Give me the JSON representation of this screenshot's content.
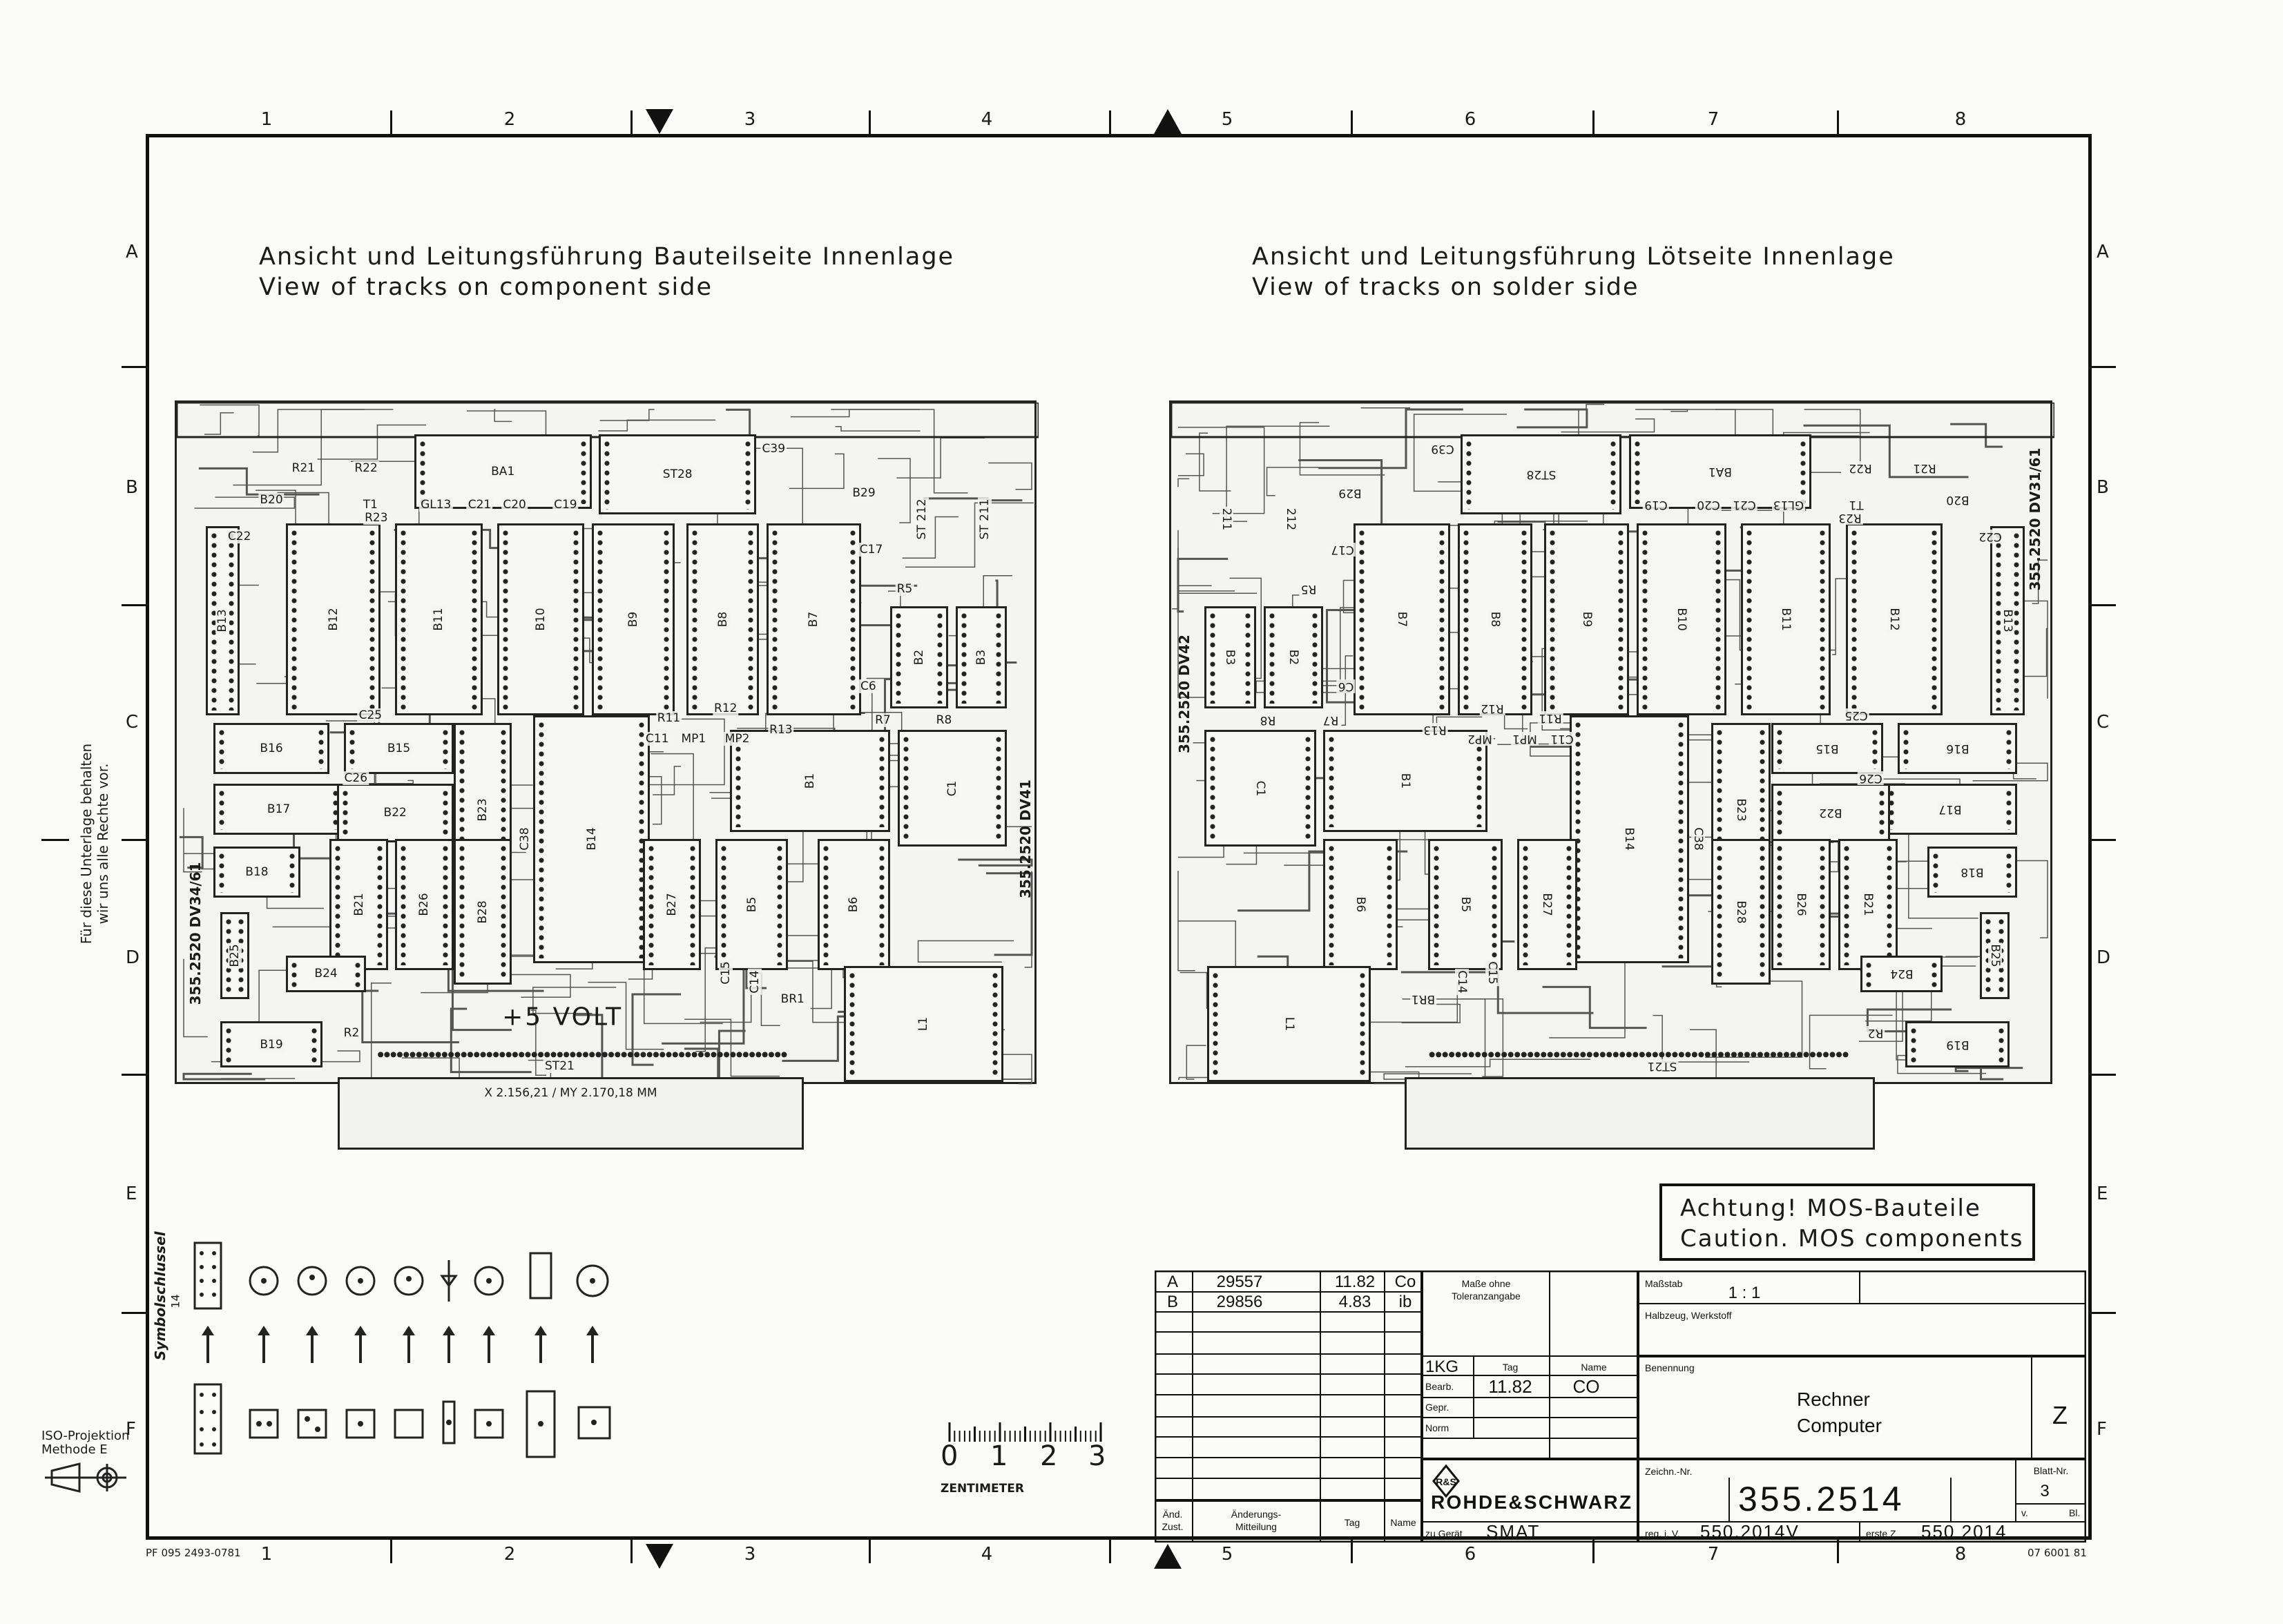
{
  "frame": {
    "columns": [
      "1",
      "2",
      "3",
      "4",
      "5",
      "6",
      "7",
      "8"
    ],
    "rows": [
      "A",
      "B",
      "C",
      "D",
      "E",
      "F"
    ],
    "footer_left": "PF 095 2493-0781",
    "footer_right": "07 6001 81"
  },
  "left_view": {
    "title_de": "Ansicht und Leitungsführung Bauteilseite Innenlage",
    "title_en": "View of tracks on component side",
    "components": [
      "BA1",
      "ST28",
      "B13",
      "B12",
      "B11",
      "B10",
      "B9",
      "B8",
      "B7",
      "B2",
      "B3",
      "B16",
      "B15",
      "B17",
      "B22",
      "B23",
      "B14",
      "B1",
      "C1",
      "B18",
      "B21",
      "B26",
      "B28",
      "B27",
      "B5",
      "B6",
      "B24",
      "B25",
      "L1",
      "B19"
    ],
    "labels": [
      "B20",
      "R21",
      "R22",
      "R23",
      "T1",
      "GL13",
      "C21",
      "C20",
      "C19",
      "C22",
      "C39",
      "B29",
      "C17",
      "ST 212",
      "ST 211",
      "R5",
      "C6",
      "R7",
      "R8",
      "C25",
      "C26",
      "R11",
      "R12",
      "C11",
      "MP1",
      "MP2",
      "R13",
      "C38",
      "BR1",
      "C15",
      "C14",
      "R2"
    ],
    "connector_label": "ST21",
    "voltage_label": "+5 VOLT",
    "board_stamp": "355.2520 DV34/61",
    "board_stamp_2": "355.2520 DV41",
    "dimension_note": "X 2.156,21 / MY 2.170,18 MM"
  },
  "right_view": {
    "title_de": "Ansicht und Leitungsführung Lötseite Innenlage",
    "title_en": "View of tracks on solder side",
    "components": [
      "BA1",
      "ST28",
      "B13",
      "B12",
      "B11",
      "B10",
      "B9",
      "B8",
      "B7",
      "B2",
      "B3",
      "B16",
      "B15",
      "B17",
      "B22",
      "B23",
      "B14",
      "B1",
      "C1",
      "B18",
      "B21",
      "B26",
      "B28",
      "B27",
      "B5",
      "B6",
      "B24",
      "B25",
      "L1",
      "B19"
    ],
    "labels": [
      "B20",
      "R21",
      "R22",
      "R23",
      "T1",
      "GL13",
      "C21",
      "C20",
      "C19",
      "C22",
      "C39",
      "B29",
      "C17",
      "212",
      "211",
      "R5",
      "C6",
      "R7",
      "R8",
      "C25",
      "C26",
      "R11",
      "R12",
      "C11",
      "MP1",
      "MP2",
      "R13",
      "C38",
      "BR1",
      "C15",
      "C14",
      "R2"
    ],
    "connector_label": "ST21",
    "board_stamp": "355.2520 DV31/61",
    "board_stamp_2": "355.2520 DV42"
  },
  "warning": {
    "line1": "Achtung! MOS-Bauteile",
    "line2": "Caution. MOS components"
  },
  "symbol_key": {
    "title": "Symbolschlussel",
    "pin_label": "14"
  },
  "ruler": {
    "ticks": [
      "0",
      "1",
      "2",
      "3"
    ],
    "unit": "ZENTIMETER"
  },
  "projection": {
    "line1": "ISO-Projektion",
    "line2": "Methode E"
  },
  "margin_note": {
    "line1": "Für diese Unterlage behalten",
    "line2": "wir uns alle Rechte vor."
  },
  "title_block": {
    "revisions": [
      {
        "index": "A",
        "number": "29557",
        "date": "11.82",
        "name": "Co"
      },
      {
        "index": "B",
        "number": "29856",
        "date": "4.83",
        "name": "ib"
      }
    ],
    "tolerance_label_1": "Maße ohne",
    "tolerance_label_2": "Toleranzangabe",
    "scale_label": "Maßstab",
    "scale_value": "1 : 1",
    "material_label": "Halbzeug, Werkstoff",
    "kg_label": "1KG",
    "day_label": "Tag",
    "name_label": "Name",
    "edited_label": "Bearb.",
    "edited_date": "11.82",
    "edited_name": "CO",
    "checked_label": "Gepr.",
    "norm_label": "Norm",
    "designation_label": "Benennung",
    "designation_de": "Rechner",
    "designation_en": "Computer",
    "class_letter": "Z",
    "company": "ROHDE&SCHWARZ",
    "company_logo_letters": "RS",
    "drawing_no_label": "Zeichn.-Nr.",
    "drawing_no": "355.2514",
    "sheet_label": "Blatt-Nr.",
    "sheet_no": "3",
    "of_label": "v.",
    "sheets_label": "Bl.",
    "change_state_1": "Änd.",
    "change_state_2": "Zust.",
    "change_notice_1": "Änderungs-",
    "change_notice_2": "Mitteilung",
    "col_day": "Tag",
    "col_name": "Name",
    "device_label": "zu Gerät",
    "device_value": "SMAT",
    "reg_label": "reg. i. V.",
    "reg_value": "550.2014V",
    "first_label": "erste Z",
    "first_value": "550 2014"
  }
}
